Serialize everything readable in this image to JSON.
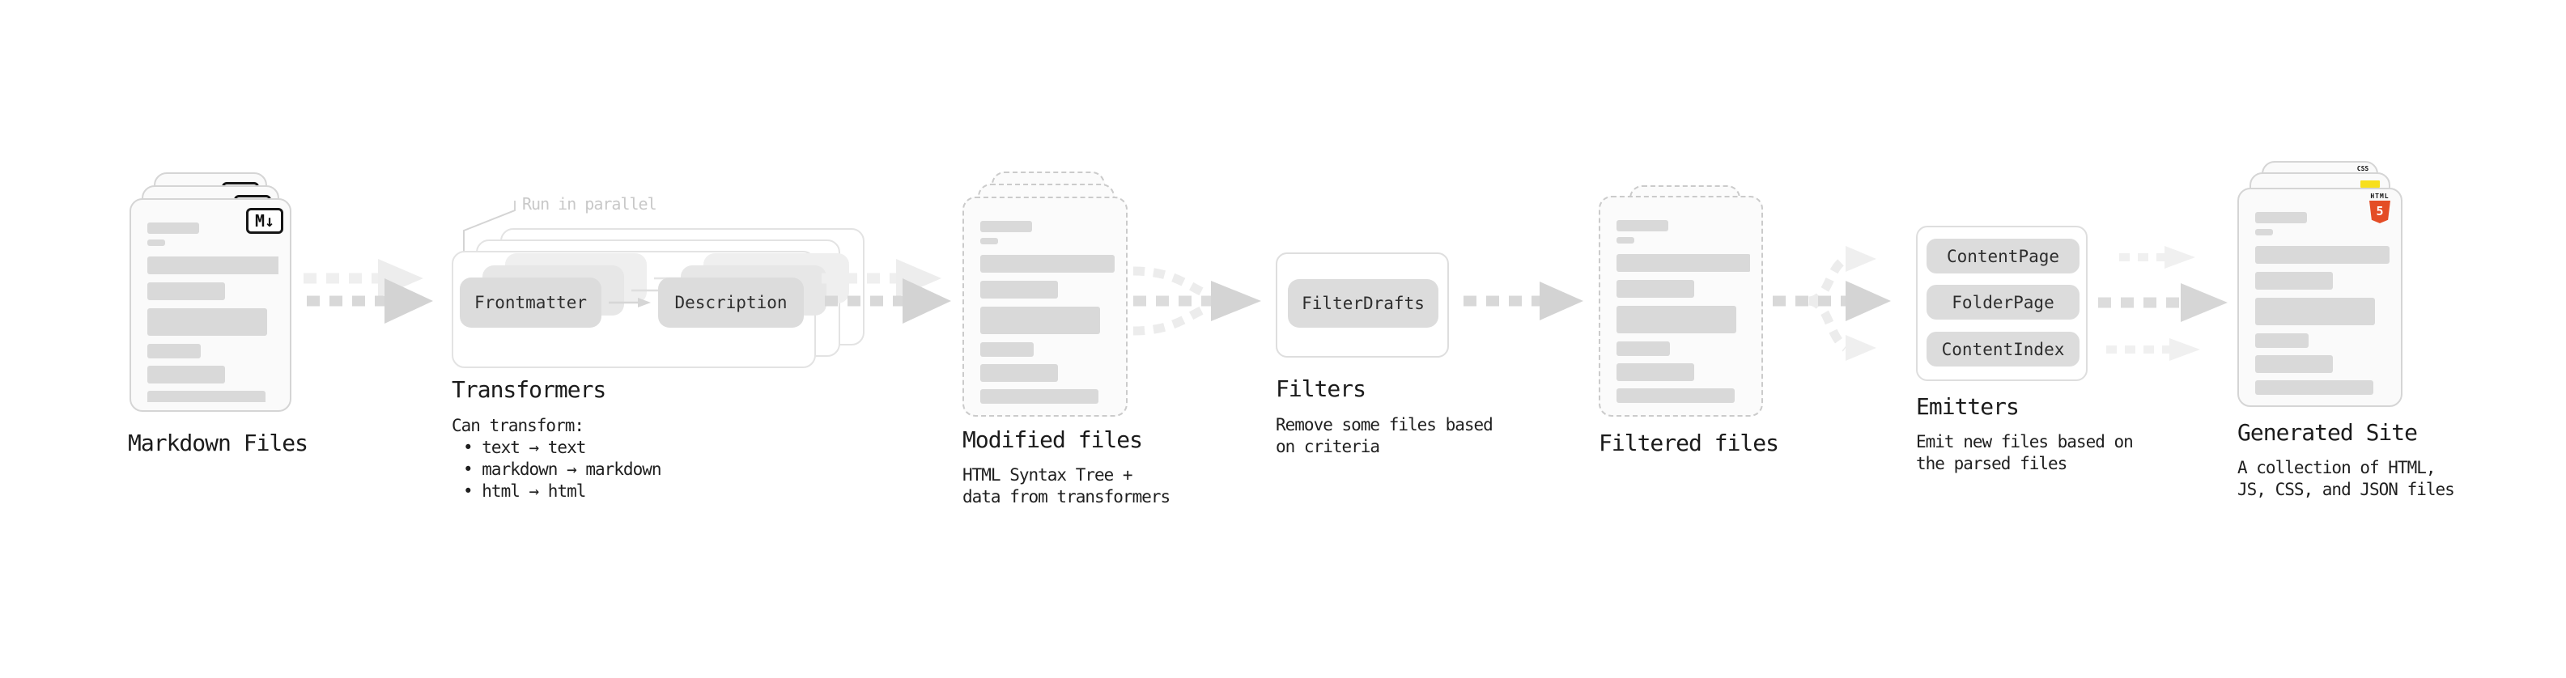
{
  "sections": {
    "markdown_files": {
      "label": "Markdown Files",
      "badge": "M↓"
    },
    "transformers": {
      "annotation": "Run in parallel",
      "transformer_left": "Frontmatter",
      "transformer_right": "Description",
      "label": "Transformers",
      "desc_heading": "Can transform:",
      "bullets": [
        "• text → text",
        "• markdown → markdown",
        "• html → html"
      ]
    },
    "modified_files": {
      "label": "Modified files",
      "desc_lines": [
        "HTML Syntax Tree +",
        "data from transformers"
      ]
    },
    "filters": {
      "filter_box": "FilterDrafts",
      "label": "Filters",
      "desc_lines": [
        "Remove some files based",
        "on criteria"
      ]
    },
    "filtered_files": {
      "label": "Filtered files"
    },
    "emitters": {
      "boxes": [
        "ContentPage",
        "FolderPage",
        "ContentIndex"
      ],
      "label": "Emitters",
      "desc_lines": [
        "Emit new files based on",
        "the parsed files"
      ]
    },
    "generated_site": {
      "label": "Generated Site",
      "desc_lines": [
        "A collection of HTML,",
        "JS, CSS, and JSON files"
      ],
      "css_badge_label": "CSS",
      "html_badge_label": "HTML",
      "html_badge_number": "5"
    }
  },
  "colors": {
    "html5_orange": "#e44d26",
    "js_yellow": "#f7df1e",
    "css_blue": "#2d6ce0",
    "doc_bar_gray": "#d9d9d9",
    "arrow_gray": "#d8d8d8",
    "arrow_light_gray": "#efefef"
  }
}
